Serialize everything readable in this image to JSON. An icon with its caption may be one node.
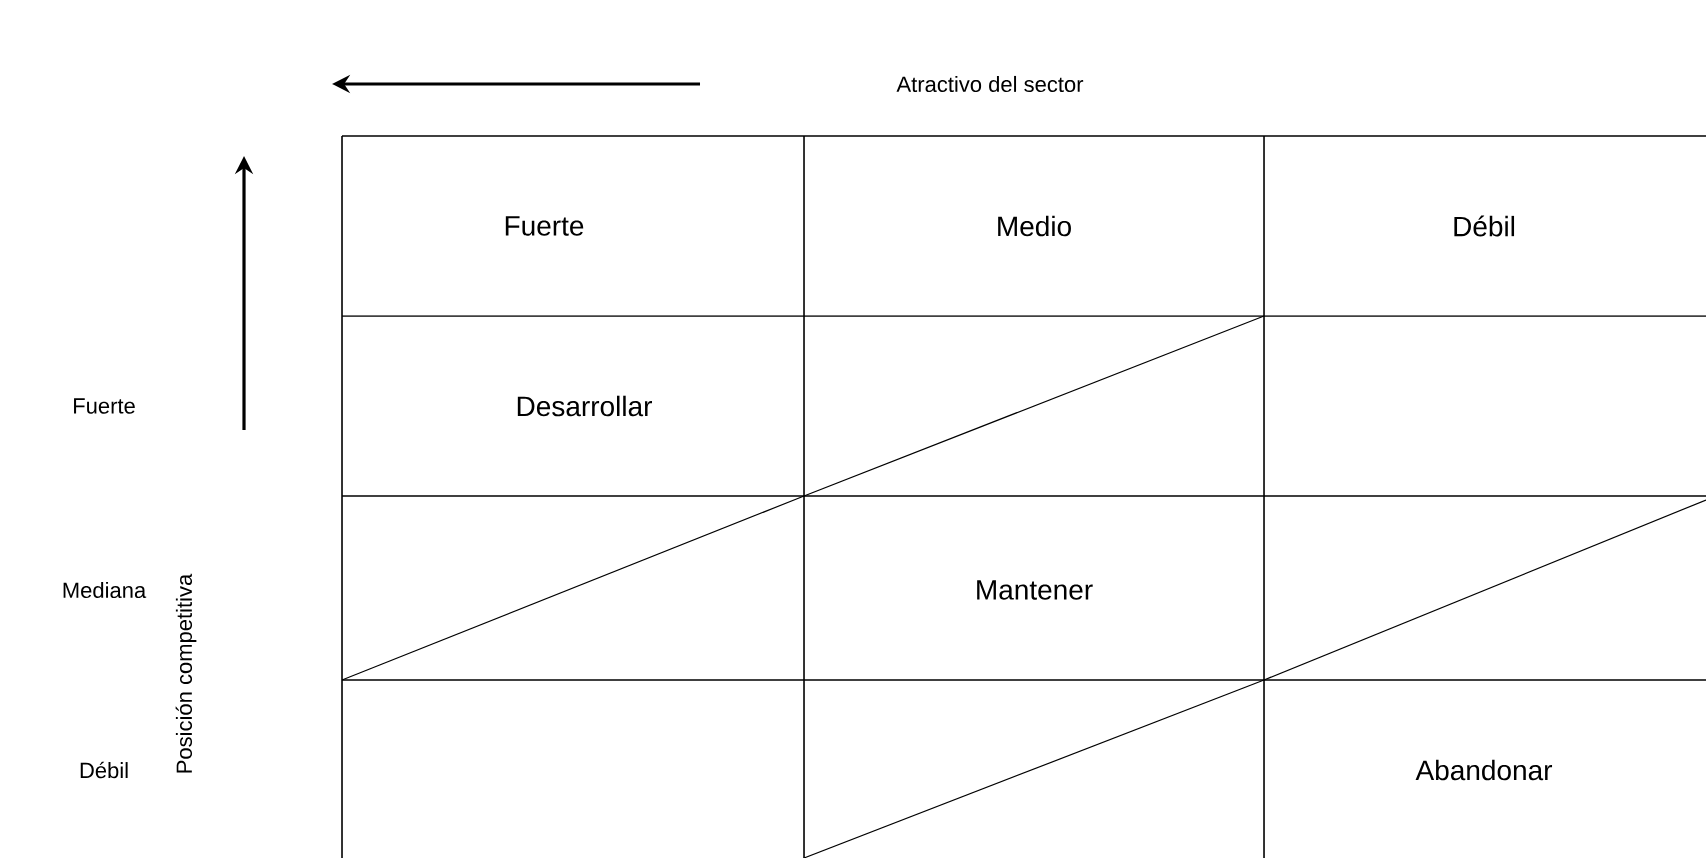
{
  "diagram": {
    "labels": [
      "Atractivo del sector",
      "Fuerte",
      "Medio",
      "Débil",
      "Fuerte",
      "Desarrollar",
      "Mediana",
      "Mantener",
      "Débil",
      "Abandonar",
      "Posición competitiva"
    ]
  }
}
